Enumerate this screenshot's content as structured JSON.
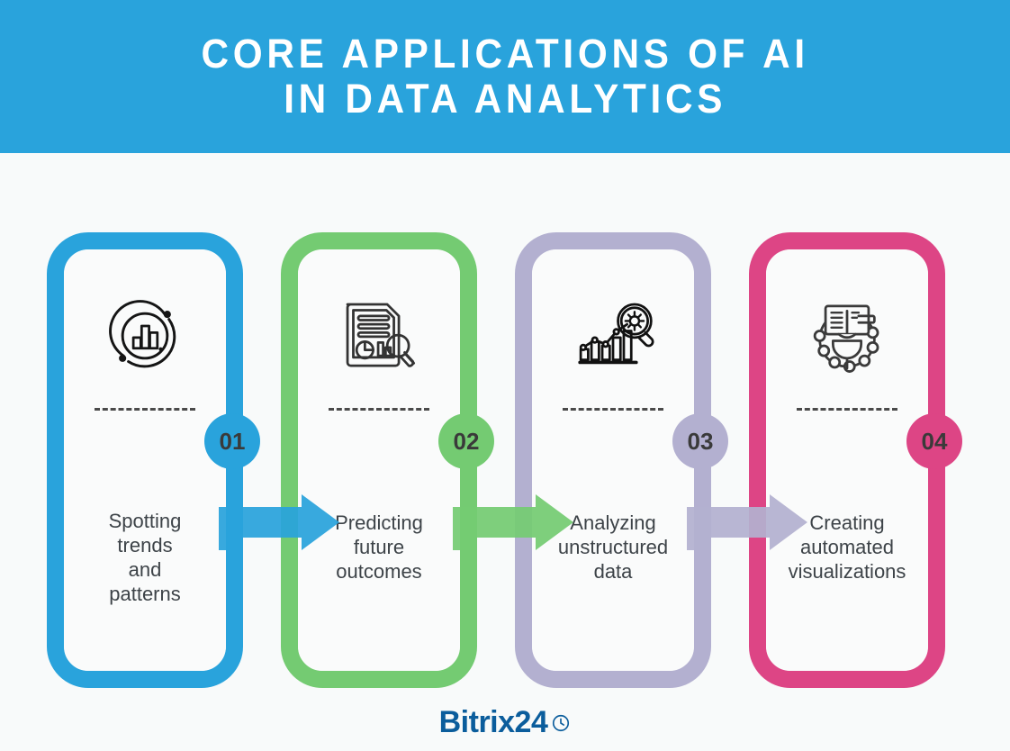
{
  "header": {
    "title": "CORE APPLICATIONS OF AI\nIN DATA ANALYTICS",
    "background_color": "#29a3dc",
    "text_color": "#ffffff"
  },
  "page": {
    "background_color": "#f8fafa",
    "text_color": "#3d4348"
  },
  "cards": [
    {
      "number": "01",
      "label": "Spotting\ntrends\nand\npatterns",
      "color": "#29a3dc",
      "icon": "bar-chart-in-orbit-circle-icon"
    },
    {
      "number": "02",
      "label": "Predicting\nfuture\noutcomes",
      "color": "#74cb72",
      "icon": "document-with-charts-and-magnifier-icon"
    },
    {
      "number": "03",
      "label": "Analyzing\nunstructured\ndata",
      "color": "#b3b0d0",
      "icon": "growth-chart-with-gear-magnifier-icon"
    },
    {
      "number": "04",
      "label": "Creating\nautomated\nvisualizations",
      "color": "#dd4585",
      "icon": "book-magnifier-network-nodes-icon"
    }
  ],
  "arrows": [
    {
      "from": "01",
      "to": "02",
      "color": "#29a3dc",
      "icon": "right-arrow-icon"
    },
    {
      "from": "02",
      "to": "03",
      "color": "#74cb72",
      "icon": "right-arrow-icon"
    },
    {
      "from": "03",
      "to": "04",
      "color": "#b3b0d0",
      "icon": "right-arrow-icon"
    }
  ],
  "footer": {
    "brand": "Bitrix24",
    "brand_color": "#0b5d9c",
    "icon": "clock-icon"
  }
}
